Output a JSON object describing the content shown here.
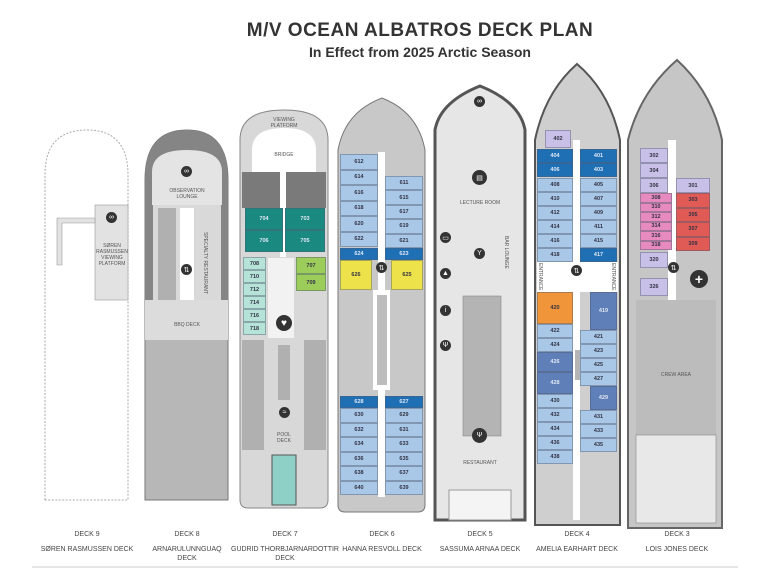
{
  "title": "M/V OCEAN ALBATROS DECK PLAN",
  "subtitle": "In Effect from 2025 Arctic Season",
  "palette": {
    "lightblue": "#a9c8e8",
    "darkblue": "#1f6fb5",
    "yellow": "#eee24a",
    "teal": "#1a8a80",
    "lightteal": "#b6e3d8",
    "lime": "#9ccc5a",
    "lavender": "#c8c0e6",
    "pink": "#e68ac0",
    "red": "#e05a56",
    "slate": "#5f7fb8",
    "orange": "#f0953a"
  },
  "decks": [
    {
      "id": "deck9",
      "label": "DECK 9",
      "name": "SØREN RASMUSSEN DECK",
      "rooms": [
        "SØREN RASMUSSEN VIEWING PLATFORM"
      ],
      "groups": []
    },
    {
      "id": "deck8",
      "label": "DECK 8",
      "name": "ARNARULUNNGUAQ DECK",
      "rooms": [
        "OBSERVATION LOUNGE",
        "SPECIALTY RESTAURANT",
        "BBQ DECK"
      ],
      "groups": []
    },
    {
      "id": "deck7",
      "label": "DECK 7",
      "name": "GUDRID THORBJARNARDOTTIR DECK",
      "rooms": [
        "VIEWING PLATFORM",
        "BRIDGE",
        "POOL DECK"
      ],
      "groups": [
        {
          "color": "teal",
          "cabins": [
            "704",
            "706"
          ]
        },
        {
          "color": "teal",
          "cabins": [
            "703",
            "705"
          ]
        },
        {
          "color": "lightteal",
          "cabins": [
            "708",
            "710",
            "712",
            "714",
            "716",
            "718"
          ]
        },
        {
          "color": "lime",
          "cabins": [
            "707",
            "709"
          ]
        }
      ]
    },
    {
      "id": "deck6",
      "label": "DECK 6",
      "name": "HANNA RESVOLL DECK",
      "rooms": [],
      "groups": [
        {
          "color": "lightblue",
          "cabins": [
            "612",
            "614",
            "616",
            "618",
            "620",
            "622"
          ]
        },
        {
          "color": "lightblue",
          "cabins": [
            "611",
            "615",
            "617",
            "619",
            "621"
          ]
        },
        {
          "color": "darkblue",
          "cabins": [
            "624"
          ]
        },
        {
          "color": "darkblue",
          "cabins": [
            "623"
          ]
        },
        {
          "color": "yellow",
          "cabins": [
            "626"
          ]
        },
        {
          "color": "yellow",
          "cabins": [
            "625"
          ]
        },
        {
          "color": "darkblue",
          "cabins": [
            "628"
          ]
        },
        {
          "color": "darkblue",
          "cabins": [
            "627"
          ]
        },
        {
          "color": "lightblue",
          "cabins": [
            "630",
            "632",
            "634",
            "636",
            "638",
            "640"
          ]
        },
        {
          "color": "lightblue",
          "cabins": [
            "629",
            "631",
            "633",
            "635",
            "637",
            "639"
          ]
        }
      ]
    },
    {
      "id": "deck5",
      "label": "DECK 5",
      "name": "SASSUMA ARNAA DECK",
      "rooms": [
        "LECTURE ROOM",
        "BAR LOUNGE",
        "RESTAURANT"
      ],
      "groups": []
    },
    {
      "id": "deck4",
      "label": "DECK 4",
      "name": "AMELIA EARHART DECK",
      "rooms": [
        "ENTRANCE",
        "ENTRANCE"
      ],
      "groups": [
        {
          "color": "lavender",
          "cabins": [
            "402"
          ]
        },
        {
          "color": "darkblue",
          "cabins": [
            "404",
            "406"
          ]
        },
        {
          "color": "lightblue",
          "cabins": [
            "408",
            "410",
            "412",
            "414",
            "416",
            "418"
          ]
        },
        {
          "color": "darkblue",
          "cabins": [
            "401",
            "403"
          ]
        },
        {
          "color": "lightblue",
          "cabins": [
            "405",
            "407",
            "409",
            "411",
            "415"
          ]
        },
        {
          "color": "darkblue",
          "cabins": [
            "417"
          ]
        },
        {
          "color": "orange",
          "cabins": [
            "420"
          ]
        },
        {
          "color": "slate",
          "cabins": [
            "419"
          ]
        },
        {
          "color": "lightblue",
          "cabins": [
            "422",
            "424"
          ]
        },
        {
          "color": "slate",
          "cabins": [
            "426"
          ]
        },
        {
          "color": "slate",
          "cabins": [
            "428"
          ]
        },
        {
          "color": "lightblue",
          "cabins": [
            "430",
            "432",
            "434",
            "436",
            "438"
          ]
        },
        {
          "color": "lightblue",
          "cabins": [
            "421",
            "423",
            "425",
            "427"
          ]
        },
        {
          "color": "slate",
          "cabins": [
            "429"
          ]
        },
        {
          "color": "lightblue",
          "cabins": [
            "431",
            "433",
            "435"
          ]
        }
      ]
    },
    {
      "id": "deck3",
      "label": "DECK 3",
      "name": "LOIS JONES DECK",
      "rooms": [
        "CREW AREA"
      ],
      "groups": [
        {
          "color": "lavender",
          "cabins": [
            "302",
            "304",
            "306"
          ]
        },
        {
          "color": "pink",
          "cabins": [
            "308",
            "310",
            "312",
            "314",
            "316",
            "318"
          ]
        },
        {
          "color": "lavender",
          "cabins": [
            "301"
          ]
        },
        {
          "color": "red",
          "cabins": [
            "303",
            "305",
            "307",
            "309"
          ]
        },
        {
          "color": "lavender",
          "cabins": [
            "320"
          ]
        },
        {
          "color": "lavender",
          "cabins": [
            "326"
          ]
        }
      ]
    }
  ]
}
